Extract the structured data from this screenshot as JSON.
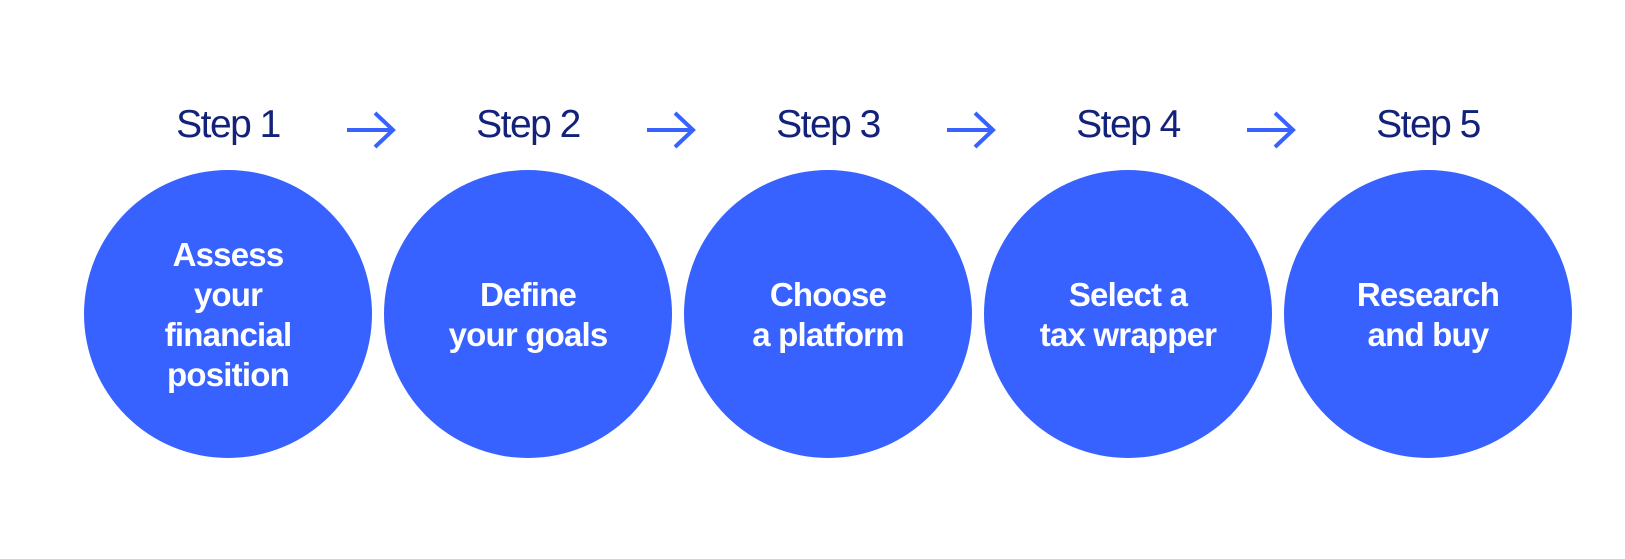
{
  "colors": {
    "circle_fill": "#3762ff",
    "step_label": "#12217a",
    "arrow": "#3762ff",
    "circle_text": "#ffffff"
  },
  "steps": [
    {
      "label": "Step 1",
      "text": "Assess\nyour\nfinancial\nposition"
    },
    {
      "label": "Step 2",
      "text": "Define\nyour goals"
    },
    {
      "label": "Step 3",
      "text": "Choose\na platform"
    },
    {
      "label": "Step 4",
      "text": "Select a\ntax wrapper"
    },
    {
      "label": "Step 5",
      "text": "Research\nand buy"
    }
  ],
  "arrows": [
    {
      "icon": "arrow-right-icon"
    },
    {
      "icon": "arrow-right-icon"
    },
    {
      "icon": "arrow-right-icon"
    },
    {
      "icon": "arrow-right-icon"
    }
  ]
}
